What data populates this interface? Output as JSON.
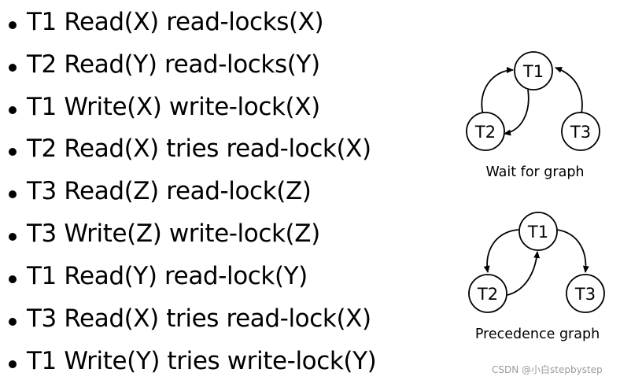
{
  "operations": [
    "T1 Read(X) read-locks(X)",
    "T2 Read(Y) read-locks(Y)",
    "T1 Write(X) write-lock(X)",
    "T2 Read(X) tries read-lock(X)",
    "T3 Read(Z) read-lock(Z)",
    "T3 Write(Z) write-lock(Z)",
    "T1 Read(Y) read-lock(Y)",
    "T3 Read(X) tries read-lock(X)",
    "T1 Write(Y) tries write-lock(Y)"
  ],
  "wait_for_graph": {
    "caption": "Wait for graph",
    "nodes": [
      "T1",
      "T2",
      "T3"
    ],
    "edges": [
      [
        "T2",
        "T1"
      ],
      [
        "T1",
        "T2"
      ],
      [
        "T3",
        "T1"
      ]
    ]
  },
  "precedence_graph": {
    "caption": "Precedence graph",
    "nodes": [
      "T1",
      "T2",
      "T3"
    ],
    "edges": [
      [
        "T1",
        "T2"
      ],
      [
        "T2",
        "T1"
      ],
      [
        "T1",
        "T3"
      ]
    ]
  },
  "watermark": "CSDN @小白stepbystep"
}
